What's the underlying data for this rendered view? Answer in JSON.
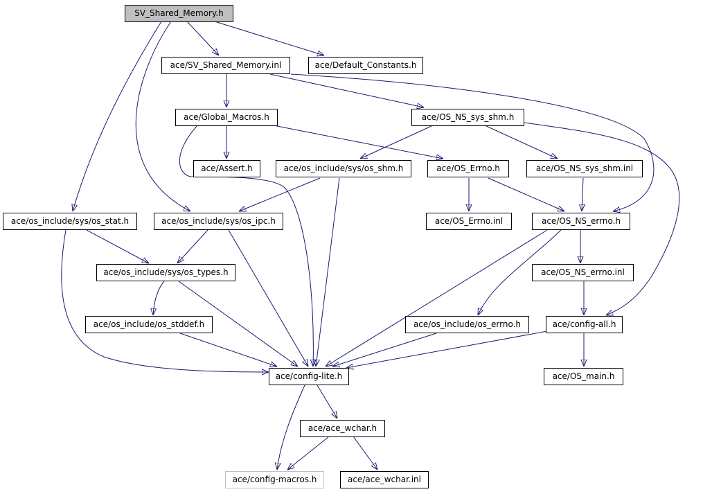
{
  "nodes": {
    "sv_shared_memory_h": "SV_Shared_Memory.h",
    "sv_shared_memory_inl": "ace/SV_Shared_Memory.inl",
    "default_constants_h": "ace/Default_Constants.h",
    "global_macros_h": "ace/Global_Macros.h",
    "os_ns_sys_shm_h": "ace/OS_NS_sys_shm.h",
    "assert_h": "ace/Assert.h",
    "os_include_sys_os_shm_h": "ace/os_include/sys/os_shm.h",
    "os_errno_h": "ace/OS_Errno.h",
    "os_ns_sys_shm_inl": "ace/OS_NS_sys_shm.inl",
    "os_include_sys_os_stat_h": "ace/os_include/sys/os_stat.h",
    "os_include_sys_os_ipc_h": "ace/os_include/sys/os_ipc.h",
    "os_errno_inl": "ace/OS_Errno.inl",
    "os_ns_errno_h": "ace/OS_NS_errno.h",
    "os_include_sys_os_types_h": "ace/os_include/sys/os_types.h",
    "os_ns_errno_inl": "ace/OS_NS_errno.inl",
    "os_include_os_stddef_h": "ace/os_include/os_stddef.h",
    "os_include_os_errno_h": "ace/os_include/os_errno.h",
    "config_all_h": "ace/config-all.h",
    "config_lite_h": "ace/config-lite.h",
    "os_main_h": "ace/OS_main.h",
    "ace_wchar_h": "ace/ace_wchar.h",
    "config_macros_h": "ace/config-macros.h",
    "ace_wchar_inl": "ace/ace_wchar.inl"
  },
  "colors": {
    "edge": "#191970",
    "root_fill": "#bfbfbf",
    "node_border": "#000000",
    "missing_border": "#bfbfbf"
  }
}
